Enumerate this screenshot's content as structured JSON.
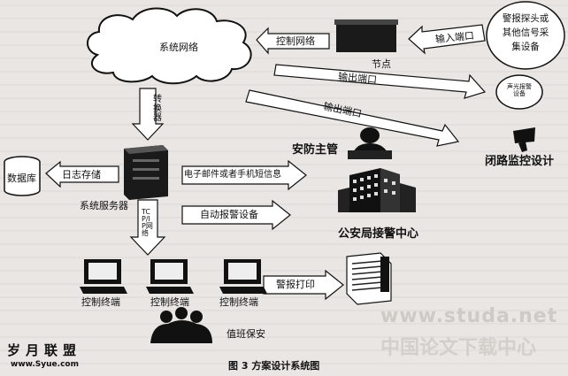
{
  "nodes": {
    "network": "系统网络",
    "node": "节点",
    "sensor": "警报探头或\n其他信号采\n集设备",
    "alarm_device": "声光报警\n设备",
    "cctv": "闭路监控设计",
    "database": "数据库",
    "server": "系统服务器",
    "security_chief": "安防主管",
    "police": "公安局接警中心",
    "terminals": [
      "控制终端",
      "控制终端",
      "控制终端"
    ],
    "guards": "值班保安"
  },
  "arrows": {
    "converter": "转换器",
    "control_network": "控制网络",
    "input_port": "输入端口",
    "output_port_1": "输出端口",
    "output_port_2": "输出端口",
    "log_storage": "日志存储",
    "email_sms": "电子邮件或者手机短信息",
    "auto_alarm": "自动报警设备",
    "tcpip": "TCP/IP网络",
    "alarm_print": "警报打印"
  },
  "caption": "图 3   方案设计系统图",
  "watermark": {
    "site": "www.studa.net",
    "site_cn": "中国论文下载中心",
    "logo": "岁月联盟",
    "logo_url": "www.Syue.com"
  }
}
